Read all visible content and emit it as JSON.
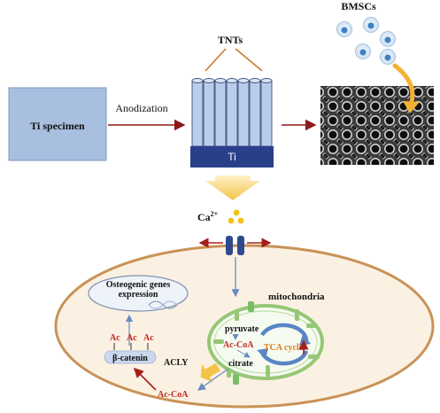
{
  "labels": {
    "ti_specimen": "Ti specimen",
    "anodization": "Anodization",
    "tnts": "TNTs",
    "ti_base": "Ti",
    "bmscs": "BMSCs",
    "ca": "Ca",
    "ca_sup": "2+",
    "osteogenic_line1": "Osteogenic genes",
    "osteogenic_line2": "expression",
    "mitochondria": "mitochondria",
    "pyruvate": "pyruvate",
    "ac_coa_mito": "Ac-CoA",
    "citrate": "citrate",
    "tca_cycle": "TCA cycle",
    "acly": "ACLY",
    "ac_coa_cyto": "Ac-CoA",
    "beta_catenin": "β-catenin",
    "ac1": "Ac",
    "ac2": "Ac",
    "ac3": "Ac"
  },
  "colors": {
    "ti_box": "#a9bfe0",
    "arrow_dark_red": "#8b1a1a",
    "tube_fill": "#b9cdeb",
    "ti_base": "#2a3f8a",
    "cell_ring": "#c99257",
    "cell_fill": "#fbf1e3",
    "orange_arrow": "#f2b233",
    "ca_dot": "#f5c118",
    "channel": "#2e4a8f",
    "red_text": "#c0261c",
    "orange_text": "#e07b17"
  },
  "icons": {
    "sem_image": "nanotube-sem-texture",
    "dna": "dna-helix-icon",
    "cycle": "circular-arrows-icon"
  }
}
